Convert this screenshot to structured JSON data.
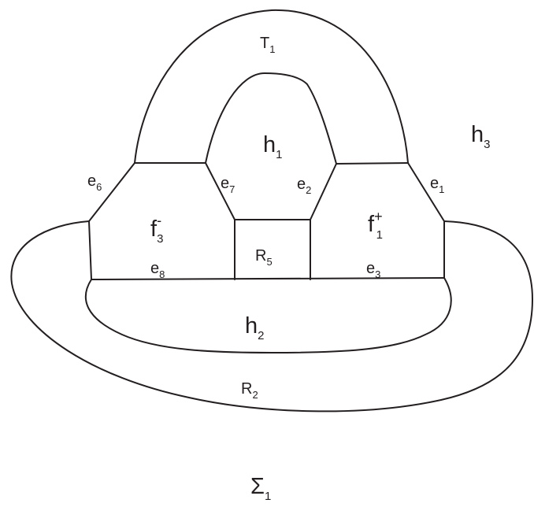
{
  "labels": {
    "T1": {
      "main": "T",
      "sub": "1"
    },
    "h3": {
      "main": "h",
      "sub": "3"
    },
    "h1": {
      "main": "h",
      "sub": "1"
    },
    "e6": {
      "main": "e",
      "sub": "6"
    },
    "e7": {
      "main": "e",
      "sub": "7"
    },
    "e2": {
      "main": "e",
      "sub": "2"
    },
    "e1": {
      "main": "e",
      "sub": "1"
    },
    "f3m": {
      "main": "f",
      "sub": "3",
      "sup": "-"
    },
    "f1p": {
      "main": "f",
      "sub": "1",
      "sup": "+"
    },
    "R5": {
      "main": "R",
      "sub": "5"
    },
    "e8": {
      "main": "e",
      "sub": "8"
    },
    "e3": {
      "main": "e",
      "sub": "3"
    },
    "h2": {
      "main": "h",
      "sub": "2"
    },
    "R2": {
      "main": "R",
      "sub": "2"
    },
    "Sigma1": {
      "main": "Σ",
      "sub": "1"
    }
  },
  "colors": {
    "stroke": "#231f20",
    "background": "#ffffff"
  }
}
